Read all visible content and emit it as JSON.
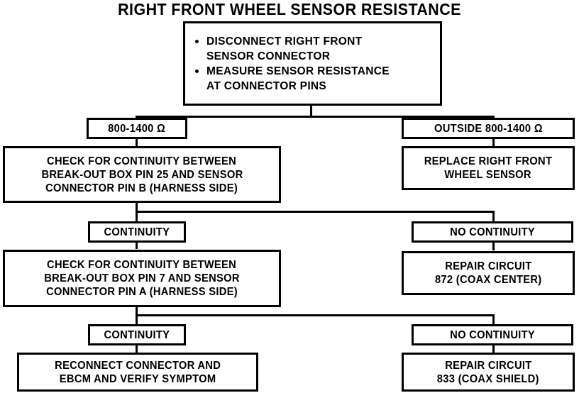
{
  "diagram": {
    "title": "RIGHT FRONT WHEEL SENSOR RESISTANCE",
    "type": "flowchart",
    "nodes": {
      "start": {
        "name": "start-instructions",
        "bullets": [
          [
            "DISCONNECT RIGHT FRONT",
            "SENSOR CONNECTOR"
          ],
          [
            "MEASURE SENSOR RESISTANCE",
            "AT CONNECTOR PINS"
          ]
        ]
      },
      "branch_in_spec": {
        "name": "in-spec-branch",
        "lines": [
          "800-1400 Ω"
        ]
      },
      "branch_out_spec": {
        "name": "out-of-spec-branch",
        "lines": [
          "OUTSIDE 800-1400 Ω"
        ]
      },
      "check_pin25": {
        "name": "check-continuity-pin-25",
        "lines": [
          "CHECK FOR CONTINUITY BETWEEN",
          "BREAK-OUT BOX PIN 25 AND SENSOR",
          "CONNECTOR PIN B (HARNESS SIDE)"
        ]
      },
      "replace_sensor": {
        "name": "replace-wheel-sensor",
        "lines": [
          "REPLACE RIGHT FRONT",
          "WHEEL SENSOR"
        ]
      },
      "continuity_1": {
        "name": "continuity-result-1",
        "lines": [
          "CONTINUITY"
        ]
      },
      "no_continuity_1": {
        "name": "no-continuity-result-1",
        "lines": [
          "NO CONTINUITY"
        ]
      },
      "check_pin7": {
        "name": "check-continuity-pin-7",
        "lines": [
          "CHECK FOR CONTINUITY BETWEEN",
          "BREAK-OUT BOX PIN 7 AND SENSOR",
          "CONNECTOR PIN A (HARNESS SIDE)"
        ]
      },
      "repair_872": {
        "name": "repair-circuit-872",
        "lines": [
          "REPAIR CIRCUIT",
          "872 (COAX CENTER)"
        ]
      },
      "continuity_2": {
        "name": "continuity-result-2",
        "lines": [
          "CONTINUITY"
        ]
      },
      "no_continuity_2": {
        "name": "no-continuity-result-2",
        "lines": [
          "NO CONTINUITY"
        ]
      },
      "reconnect": {
        "name": "reconnect-and-verify",
        "lines": [
          "RECONNECT CONNECTOR AND",
          "EBCM AND VERIFY SYMPTOM"
        ]
      },
      "repair_833": {
        "name": "repair-circuit-833",
        "lines": [
          "REPAIR CIRCUIT",
          "833 (COAX SHIELD)"
        ]
      }
    },
    "colors": {
      "ink": "#000000",
      "paper": "#ffffff"
    }
  }
}
